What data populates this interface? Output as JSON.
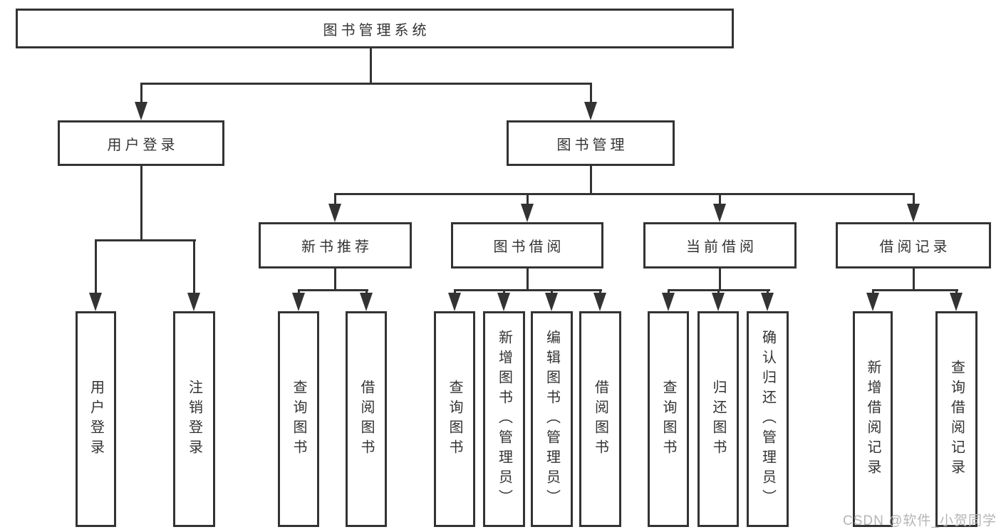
{
  "colors": {
    "line": "#333333",
    "text": "#333333",
    "background": "#ffffff",
    "watermark": "#b5b5b5"
  },
  "watermark": "CSDN @软件_小贺同学",
  "tree": {
    "root": {
      "label": "图书管理系统"
    },
    "login": {
      "label": "用户登录",
      "children": [
        {
          "label": "用户登录"
        },
        {
          "label": "注销登录"
        }
      ]
    },
    "mgmt": {
      "label": "图书管理",
      "children": [
        {
          "label": "新书推荐",
          "children": [
            {
              "label": "查询图书"
            },
            {
              "label": "借阅图书"
            }
          ]
        },
        {
          "label": "图书借阅",
          "children": [
            {
              "label": "查询图书"
            },
            {
              "label": "新增图书（管理员）"
            },
            {
              "label": "编辑图书（管理员）"
            },
            {
              "label": "借阅图书"
            }
          ]
        },
        {
          "label": "当前借阅",
          "children": [
            {
              "label": "查询图书"
            },
            {
              "label": "归还图书"
            },
            {
              "label": "确认归还（管理员）"
            }
          ]
        },
        {
          "label": "借阅记录",
          "children": [
            {
              "label": "新增借阅记录"
            },
            {
              "label": "查询借阅记录"
            }
          ]
        }
      ]
    }
  }
}
